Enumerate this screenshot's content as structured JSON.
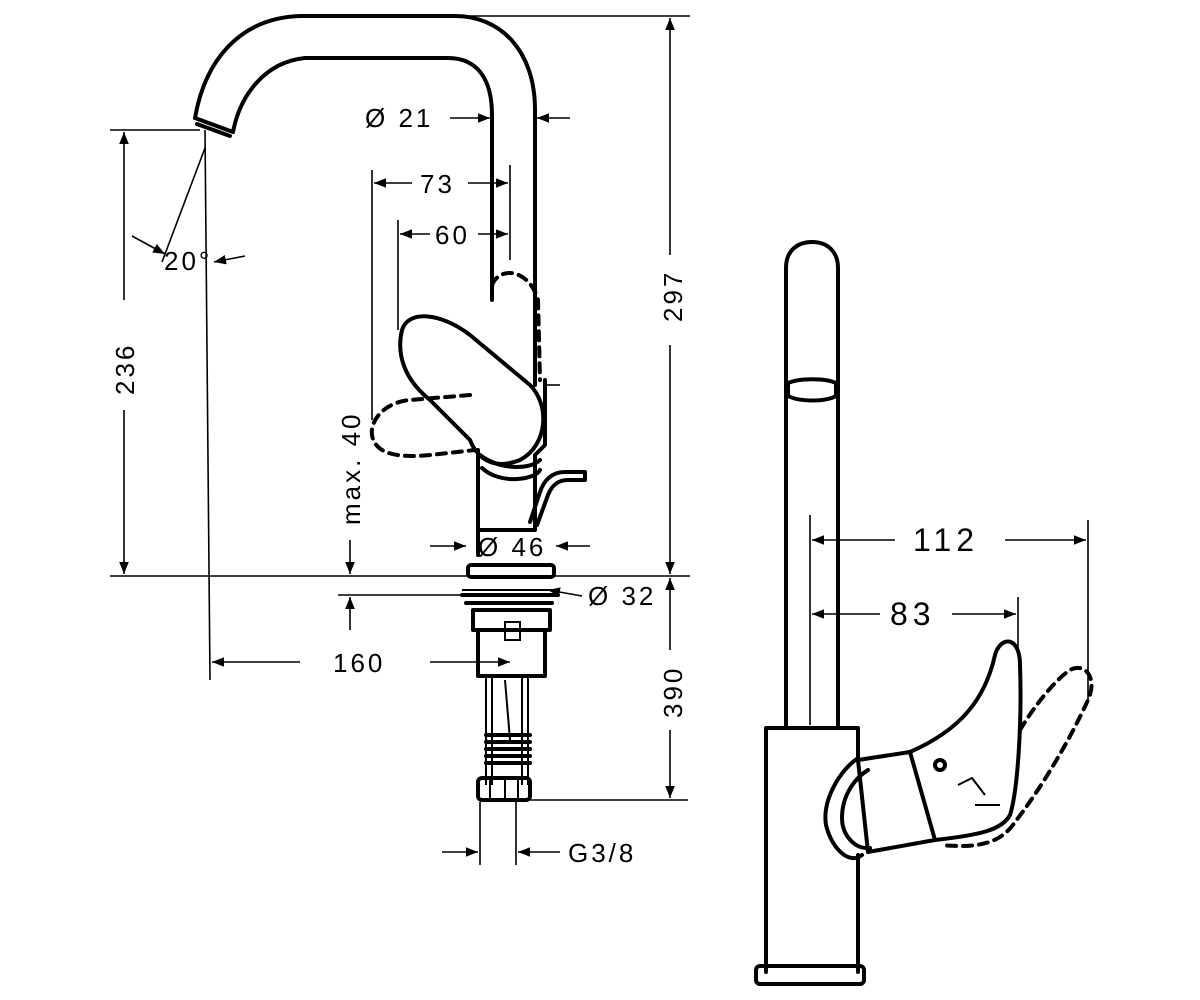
{
  "side_view": {
    "dim_spout_diameter": "Ø 21",
    "dim_73": "73",
    "dim_60": "60",
    "dim_angle": "20°",
    "dim_236": "236",
    "dim_297": "297",
    "dim_max40": "max. 40",
    "dim_base_diameter": "Ø 46",
    "dim_hole_diameter": "Ø 32",
    "dim_160": "160",
    "dim_390": "390",
    "dim_thread": "G3/8"
  },
  "front_view": {
    "dim_112": "112",
    "dim_83": "83"
  }
}
